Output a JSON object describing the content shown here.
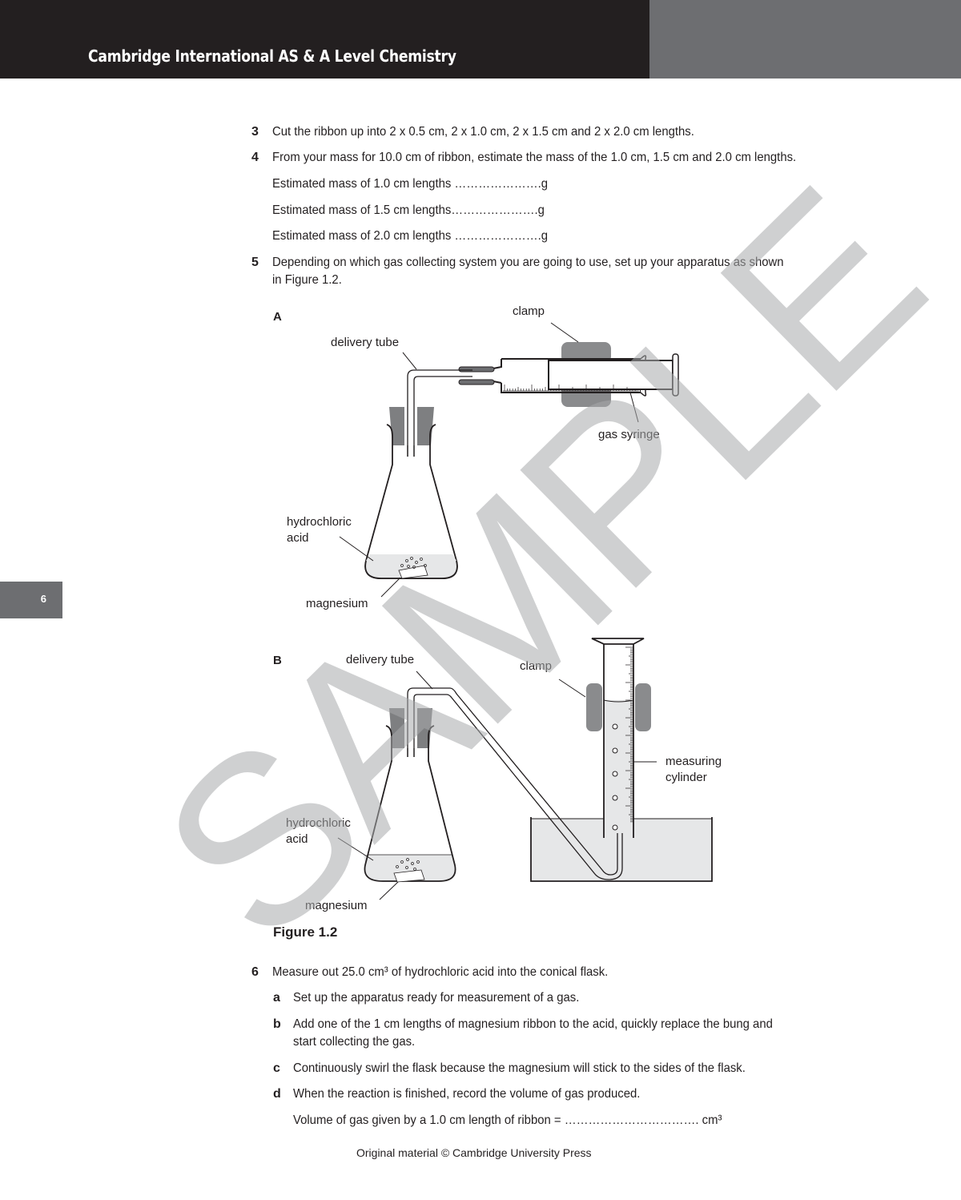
{
  "header": {
    "title": "Cambridge International AS & A Level Chemistry",
    "colors": {
      "dark": "#231f20",
      "grey": "#6d6e71"
    }
  },
  "page_number": "6",
  "steps": [
    {
      "num": "3",
      "text": "Cut the ribbon up into 2 x 0.5 cm, 2 x 1.0 cm, 2 x 1.5 cm and 2 x 2.0 cm lengths."
    },
    {
      "num": "4",
      "text": "From your mass for 10.0 cm of ribbon, estimate the mass of the 1.0 cm, 1.5 cm and 2.0 cm lengths.",
      "fields": [
        "Estimated mass of 1.0 cm lengths ………………….g",
        "Estimated mass of 1.5 cm lengths………………….g",
        "Estimated mass of 2.0 cm lengths ………………….g"
      ]
    },
    {
      "num": "5",
      "line1": "Depending on which gas collecting system you are going to use, set up your apparatus as shown",
      "line2": "in Figure 1.2."
    },
    {
      "num": "6",
      "text": "Measure out 25.0 cm³ of hydrochloric acid into the conical flask.",
      "substeps": [
        {
          "letter": "a",
          "text": "Set up the apparatus ready for measurement of a gas."
        },
        {
          "letter": "b",
          "line1": "Add one of the 1 cm lengths of magnesium ribbon to the acid, quickly replace the bung and",
          "line2": "start collecting the gas."
        },
        {
          "letter": "c",
          "text": "Continuously swirl the flask because the magnesium will stick to the sides of the flask."
        },
        {
          "letter": "d",
          "text": "When the reaction is finished, record the volume of gas produced."
        }
      ],
      "result_field": "Volume of gas given by a 1.0 cm length of ribbon = ……………………………. cm³"
    }
  ],
  "figure": {
    "caption": "Figure 1.2",
    "A": {
      "letter": "A",
      "labels": {
        "clamp": "clamp",
        "delivery_tube": "delivery tube",
        "gas_syringe": "gas syringe",
        "acid_1": "hydrochloric",
        "acid_2": "acid",
        "magnesium": "magnesium"
      }
    },
    "B": {
      "letter": "B",
      "labels": {
        "delivery_tube": "delivery tube",
        "clamp": "clamp",
        "cyl_1": "measuring",
        "cyl_2": "cylinder",
        "acid_1": "hydrochloric",
        "acid_2": "acid",
        "magnesium": "magnesium"
      }
    }
  },
  "watermark": "SAMPLE",
  "footer": "Original material © Cambridge University Press"
}
